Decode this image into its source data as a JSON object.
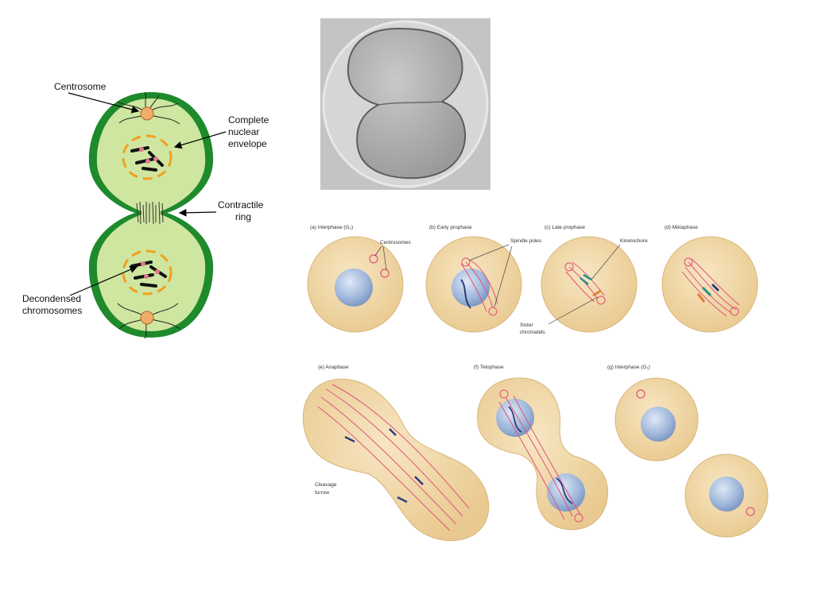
{
  "left_diagram": {
    "labels": {
      "centrosome": "Centrosome",
      "nuclear_envelope": [
        "Complete",
        "nuclear",
        "envelope"
      ],
      "contractile_ring": [
        "Contractile",
        "ring"
      ],
      "decondensed": [
        "Decondensed",
        "chromosomes"
      ]
    }
  },
  "micrograph": {},
  "phases": {
    "a": {
      "title": "(a)  Interphase (G₂)",
      "callouts": [
        "Centrosomes"
      ]
    },
    "b": {
      "title": "(b)  Early prophase",
      "callouts": [
        "Spindle poles"
      ]
    },
    "c": {
      "title": "(c)  Late prophase",
      "callouts": [
        "Kinetochore",
        "Sister",
        "chromatids"
      ]
    },
    "d": {
      "title": "(d)  Metaphase"
    },
    "e": {
      "title": "(e)  Anaphase",
      "callouts": [
        "Cleavage",
        "furrow"
      ]
    },
    "f": {
      "title": "(f)  Telophase"
    },
    "g": {
      "title": "(g)  Interphase (G₁)"
    }
  },
  "colors": {
    "cell_wall": "#1e8a2c",
    "cytoplasm": "#cfe6a0",
    "centrosome": "#f0ad6a",
    "nucleus_dash": "#f0a020",
    "cell_tan": "#f0d6a3",
    "nucleus_blue": "#9fb8db",
    "spindle": "#e2507a"
  }
}
